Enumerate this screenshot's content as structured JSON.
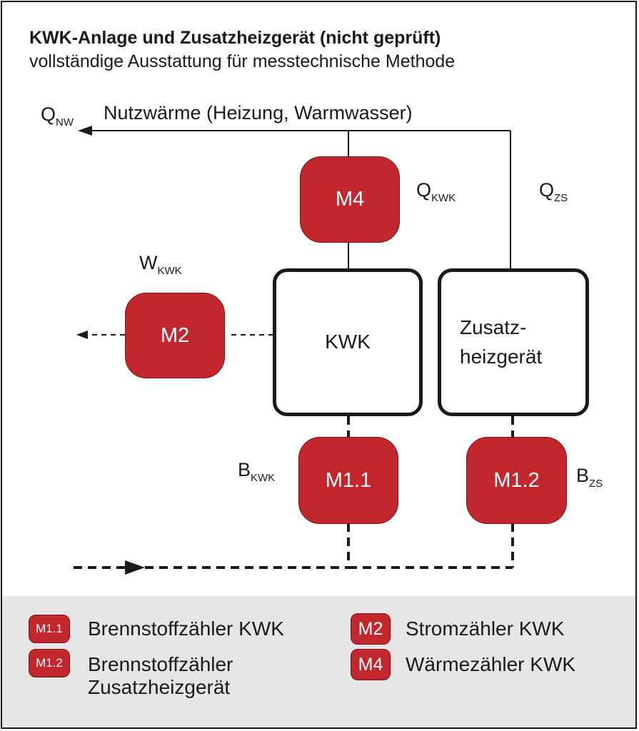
{
  "header": {
    "title": "KWK-Anlage und Zusatzheizgerät (nicht geprüft)",
    "subtitle": "vollständige Ausstattung für messtechnische Methode"
  },
  "labels": {
    "q_nw": {
      "main": "Q",
      "sub": "NW"
    },
    "nutzwaerme": "Nutzwärme (Heizung, Warmwasser)",
    "q_kwk": {
      "main": "Q",
      "sub": "KWK"
    },
    "q_zs": {
      "main": "Q",
      "sub": "ZS"
    },
    "w_kwk": {
      "main": "W",
      "sub": "KWK"
    },
    "b_kwk": {
      "main": "B",
      "sub": "KWK"
    },
    "b_zs": {
      "main": "B",
      "sub": "ZS"
    }
  },
  "meters": {
    "m4": "M4",
    "m2": "M2",
    "m1_1": "M1.1",
    "m1_2": "M1.2"
  },
  "units": {
    "kwk": "KWK",
    "zusatz_line1": "Zusatz-",
    "zusatz_line2": "heizgerät"
  },
  "legend": [
    {
      "code": "M1.1",
      "text": "Brennstoffzähler KWK"
    },
    {
      "code": "M1.2",
      "text_line1": "Brennstoffzähler",
      "text_line2": "Zusatzheizgerät"
    },
    {
      "code": "M2",
      "text": "Stromzähler KWK"
    },
    {
      "code": "M4",
      "text": "Wärmezähler KWK"
    }
  ],
  "colors": {
    "meter_red": "#c1272d",
    "line": "#1a1a1a",
    "legend_bg": "#e6e6e6"
  }
}
